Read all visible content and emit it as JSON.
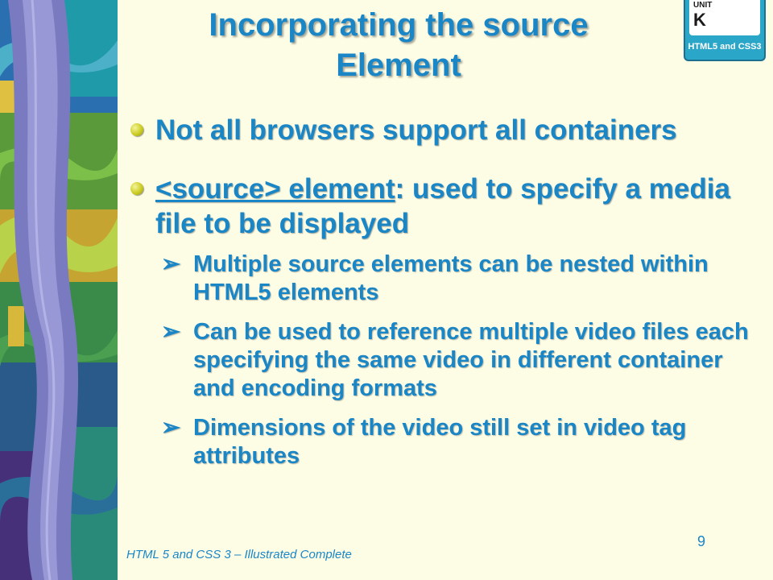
{
  "slide": {
    "title_line1": "Incorporating the source",
    "title_line2": "Element",
    "badge": {
      "unit": "UNIT",
      "letter": "K",
      "subtitle": "HTML5 and CSS3"
    },
    "bullets": [
      {
        "text": "Not all browsers support all containers"
      },
      {
        "underlined": "<source> element",
        "text": ": used to specify a media file to be displayed"
      }
    ],
    "sub_bullets": [
      {
        "text": "Multiple source elements can be nested within HTML5 elements"
      },
      {
        "text": "Can be used to reference multiple video files each specifying the same video in different container and encoding formats"
      },
      {
        "text": "Dimensions of the video still set in video tag attributes"
      }
    ],
    "footer": "HTML 5 and CSS 3 – Illustrated Complete",
    "page_number": "9"
  },
  "colors": {
    "accent": "#1a86c6",
    "background": "#fdfde6",
    "badge": "#2aa6c8"
  },
  "icons": {
    "bullet": "yellow-dot-icon",
    "sub_bullet": "arrow-icon"
  }
}
